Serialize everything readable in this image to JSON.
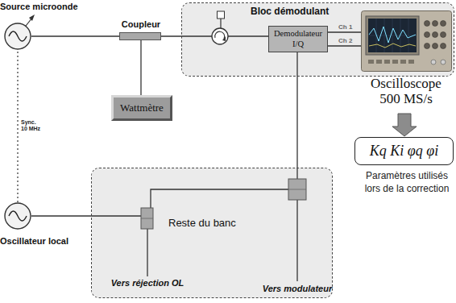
{
  "diagram": {
    "nodes": [
      {
        "text": [
          "Source microonde"
        ]
      },
      {
        "text": [
          "Coupleur"
        ]
      },
      {
        "text": [
          "Bloc démodulant"
        ]
      },
      {
        "text": [
          "Demodulateur I/Q"
        ],
        "in": 2
      },
      {
        "text": [
          "Oscilloscope 500 MS/s"
        ],
        "in": 2
      },
      {
        "text": [
          "Wattmètre"
        ]
      },
      {
        "text": [
          "Kq Ki φq φi"
        ]
      },
      {
        "text": [
          "Reste du banc"
        ]
      },
      {
        "text": [
          "Oscillateur local"
        ]
      }
    ],
    "edges": [
      {
        "from": 0,
        "to": 1,
        "arrow": "none"
      },
      {
        "from": 1,
        "to": 3,
        "arrow": "none"
      },
      {
        "from": 1,
        "to": 5,
        "arrow": "none"
      },
      {
        "from": 3,
        "to": 4,
        "label": "Ch 1",
        "arrow": "none"
      },
      {
        "from": 3,
        "to": 4,
        "label": "Ch 2",
        "arrow": "none"
      },
      {
        "from": 4,
        "to": 6,
        "arrow": "to"
      },
      {
        "from": 8,
        "to": 0,
        "label": "Sync. 10 MHz",
        "arrow": "none"
      }
    ],
    "labels": [
      "Paramètres utilisés lors de la correction",
      "Vers réjection OL",
      "Vers modulateur"
    ]
  }
}
